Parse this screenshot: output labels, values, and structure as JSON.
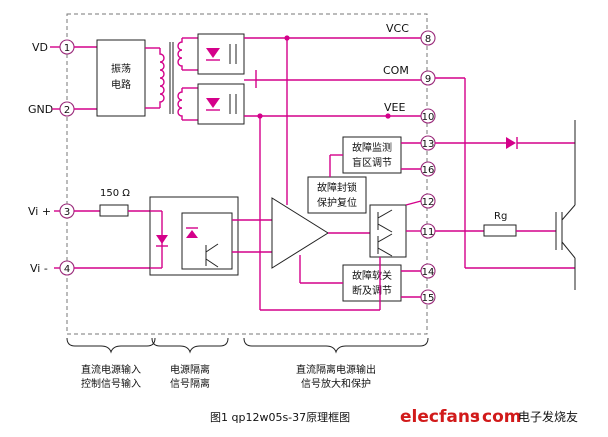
{
  "pins_left": [
    {
      "label": "VD",
      "num": "1"
    },
    {
      "label": "GND",
      "num": "2"
    },
    {
      "label": "Vi +",
      "num": "3"
    },
    {
      "label": "Vi -",
      "num": "4"
    }
  ],
  "pins_right": [
    {
      "label": "VCC",
      "num": "8"
    },
    {
      "label": "COM",
      "num": "9"
    },
    {
      "label": "VEE",
      "num": "10"
    },
    {
      "num": "13"
    },
    {
      "num": "16"
    },
    {
      "num": "12"
    },
    {
      "num": "11"
    },
    {
      "num": "14"
    },
    {
      "num": "15"
    }
  ],
  "blocks": {
    "oscillator": [
      "振荡",
      "电路"
    ],
    "fault_detect": [
      "故障监测",
      "盲区调节"
    ],
    "fault_lock": [
      "故障封锁",
      "保护复位"
    ],
    "soft_off": [
      "故障软关",
      "断及调节"
    ]
  },
  "components": {
    "resistor_in": "150 Ω",
    "gate_resistor": "Rg"
  },
  "groups": [
    [
      "直流电源输入",
      "控制信号输入"
    ],
    [
      "电源隔离",
      "信号隔离"
    ],
    [
      "直流隔离电源输出",
      "信号放大和保护"
    ]
  ],
  "caption": "图1 qp12w05s-37原理框图",
  "watermark": {
    "brand": "elecfans",
    "dot": "·",
    "suffix": "com",
    "cn": "电子发烧友"
  },
  "colors": {
    "wire": "#d4008a",
    "pin_circle": "#9a2a7a",
    "logo": "#d11a1a"
  }
}
